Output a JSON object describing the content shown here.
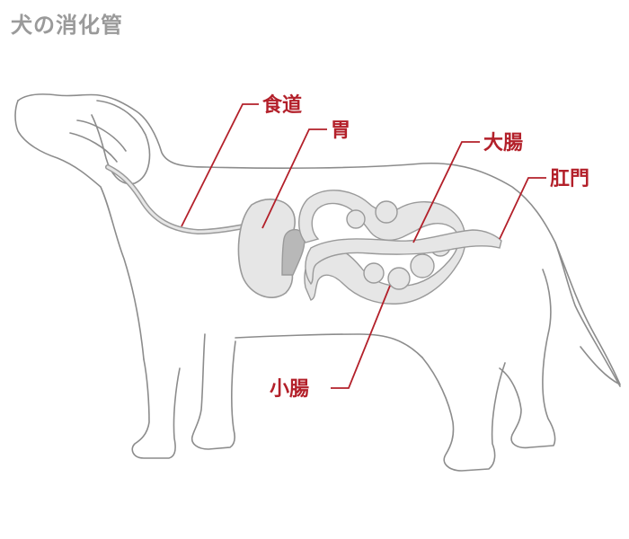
{
  "title": "犬の消化管",
  "labels": {
    "esophagus": "食道",
    "stomach": "胃",
    "large_intestine": "大腸",
    "anus": "肛門",
    "small_intestine": "小腸"
  },
  "colors": {
    "title": "#9a9a9a",
    "outline": "#8c8c8c",
    "organ_fill": "#e6e6e6",
    "organ_stroke": "#9a9a9a",
    "dark_organ": "#b8b8b8",
    "label": "#b3202a"
  }
}
